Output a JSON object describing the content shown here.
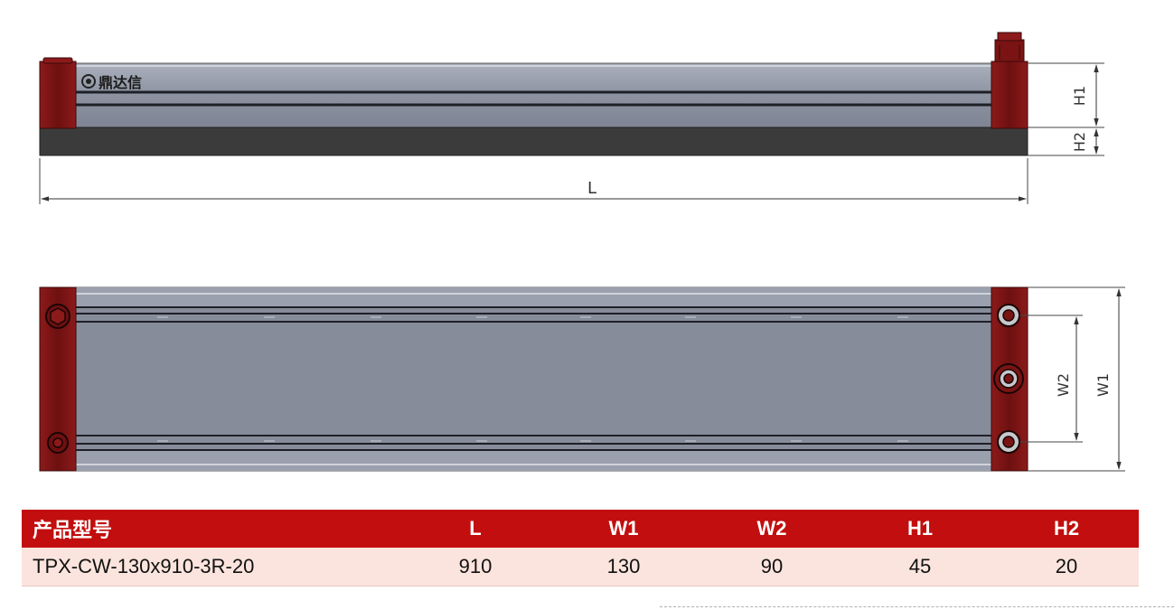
{
  "diagram": {
    "brand_logo_text": "鼎达信",
    "dimension_labels": {
      "L": "L",
      "H1": "H1",
      "H2": "H2",
      "W1": "W1",
      "W2": "W2"
    },
    "colors": {
      "end_cap": "#7a1414",
      "rail_body": "#8a8f9c",
      "base_plate": "#3b3b3b",
      "header_red": "#c20e0e",
      "row_fill": "#fbe4dd"
    }
  },
  "spec_table": {
    "headers": [
      "产品型号",
      "L",
      "W1",
      "W2",
      "H1",
      "H2"
    ],
    "rows": [
      [
        "TPX-CW-130x910-3R-20",
        "910",
        "130",
        "90",
        "45",
        "20"
      ]
    ]
  }
}
